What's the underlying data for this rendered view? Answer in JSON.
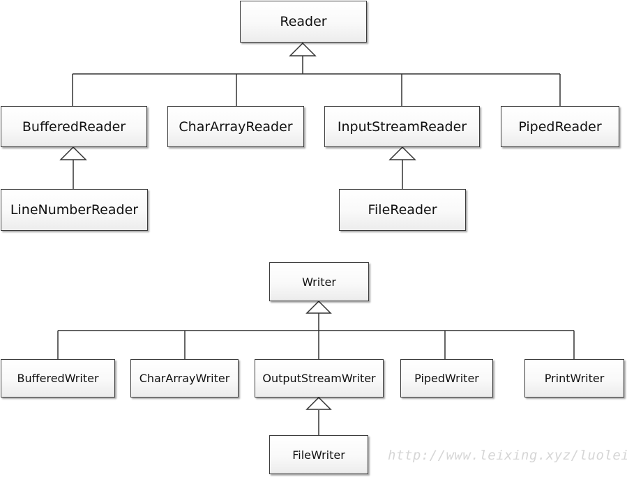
{
  "reader_hierarchy": {
    "root": "Reader",
    "subclasses": [
      "BufferedReader",
      "CharArrayReader",
      "InputStreamReader",
      "PipedReader"
    ],
    "buffered_child": "LineNumberReader",
    "input_stream_child": "FileReader"
  },
  "writer_hierarchy": {
    "root": "Writer",
    "subclasses": [
      "BufferedWriter",
      "CharArrayWriter",
      "OutputStreamWriter",
      "PipedWriter",
      "PrintWriter"
    ],
    "output_stream_child": "FileWriter"
  },
  "watermark": "http://www.leixing.xyz/luolei",
  "colors": {
    "border": "#3c3c3c",
    "connector": "#333333",
    "watermark": "#d6d6d6"
  }
}
